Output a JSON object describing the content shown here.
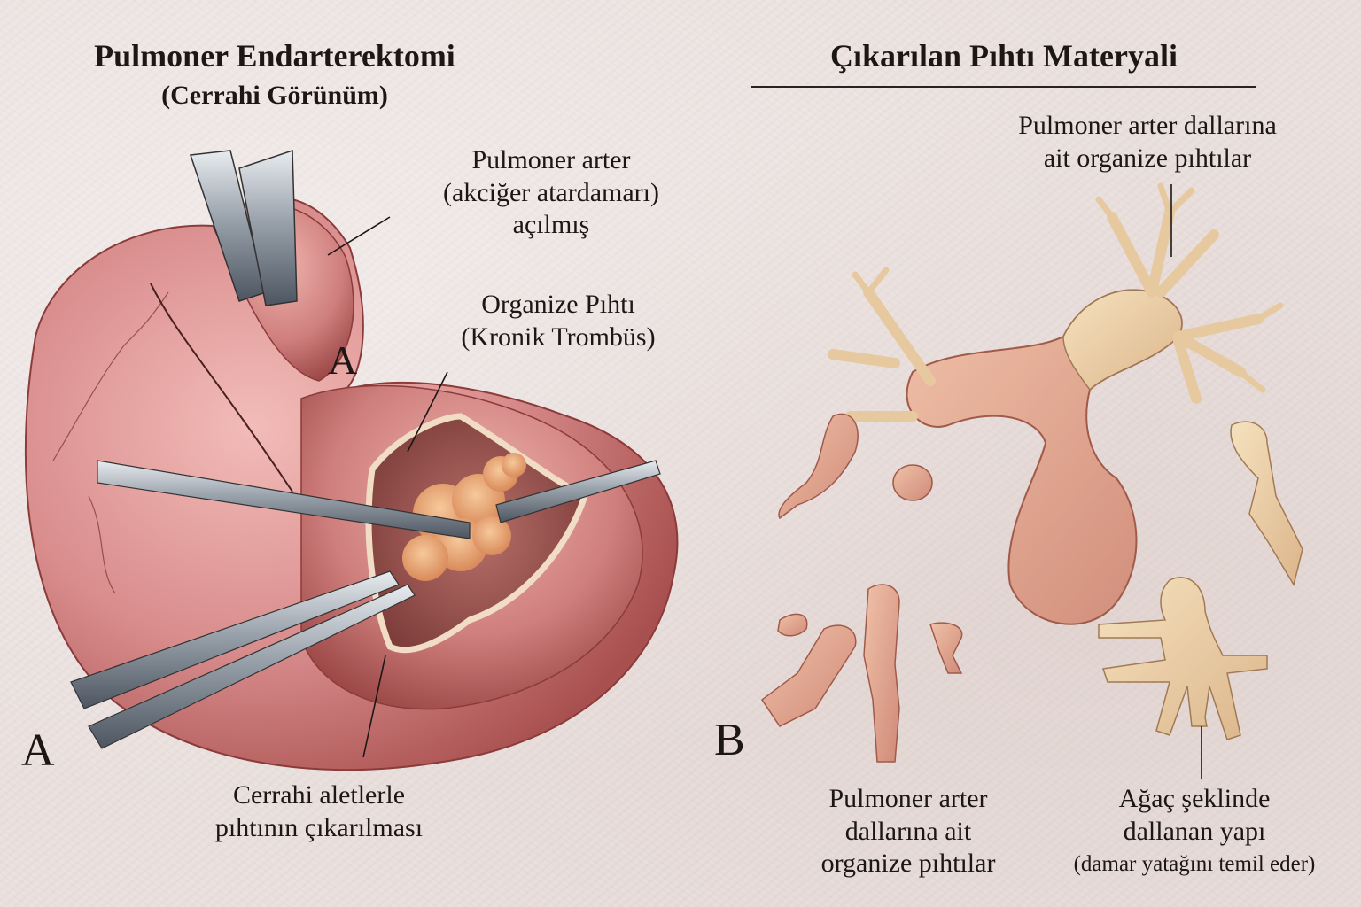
{
  "panel_a": {
    "title": "Pulmoner Endarterektomi",
    "subtitle": "(Cerrahi Görünüm)",
    "letter": "A",
    "inner_letter": "A",
    "callouts": {
      "artery_opened": [
        "Pulmoner arter",
        "(akciğer atardamarı)",
        "açılmış"
      ],
      "organized_clot": [
        "Organize Pıhtı",
        "(Kronik Trombüs)"
      ],
      "clot_removal": [
        "Cerrahi aletlerle",
        "pıhtının çıkarılması"
      ]
    }
  },
  "panel_b": {
    "title": "Çıkarılan Pıhtı Materyali",
    "letter": "B",
    "callouts": {
      "top_branches": [
        "Pulmoner arter dallarına",
        "ait organize pıhtılar"
      ],
      "bottom_left": [
        "Pulmoner arter",
        "dallarına ait",
        "organize pıhtılar"
      ],
      "tree_structure": [
        "Ağaç şeklinde",
        "dallanan yapı",
        "(damar yatağını temil eder)"
      ]
    }
  },
  "colors": {
    "paper": "#ebe2e0",
    "tissue": "#d98d8d",
    "tissue_dark": "#b8605f",
    "clot_orange": "#e9a877",
    "clot_cream": "#ecd3a6",
    "clot_pink": "#dc9a86",
    "instrument": "#9aa2ac",
    "ink": "#1c1614"
  }
}
